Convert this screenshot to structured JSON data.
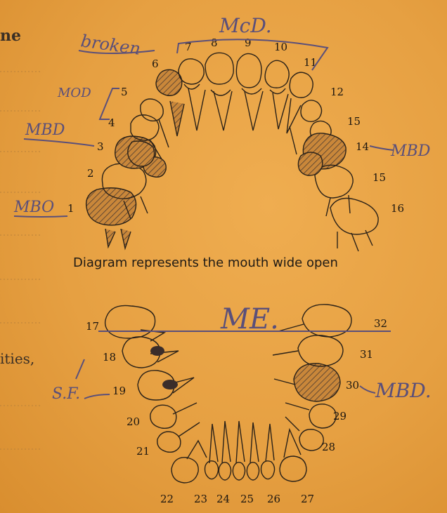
{
  "caption": "Diagram represents the mouth wide open",
  "margin_text": {
    "top_left": "ne",
    "middle_left": "ities,"
  },
  "upper_numbers": [
    "1",
    "2",
    "3",
    "4",
    "5",
    "6",
    "7",
    "8",
    "9",
    "10",
    "11",
    "12",
    "15",
    "14",
    "15",
    "16"
  ],
  "lower_numbers": [
    "17",
    "18",
    "19",
    "20",
    "21",
    "22",
    "23",
    "24",
    "25",
    "26",
    "27",
    "28",
    "29",
    "30",
    "31",
    "32"
  ],
  "annotations": {
    "broken": "broken",
    "mcd": "McD.",
    "mod": "MOD",
    "mbd_3": "MBD",
    "mbo_1": "MBO",
    "mbd_14": "MBD",
    "me": "ME.",
    "sf": "S.F.",
    "mbd_30": "MBD."
  },
  "colors": {
    "paper": "#e6a042",
    "ink": "#2a2118",
    "pencil": "#5a4f7a"
  }
}
